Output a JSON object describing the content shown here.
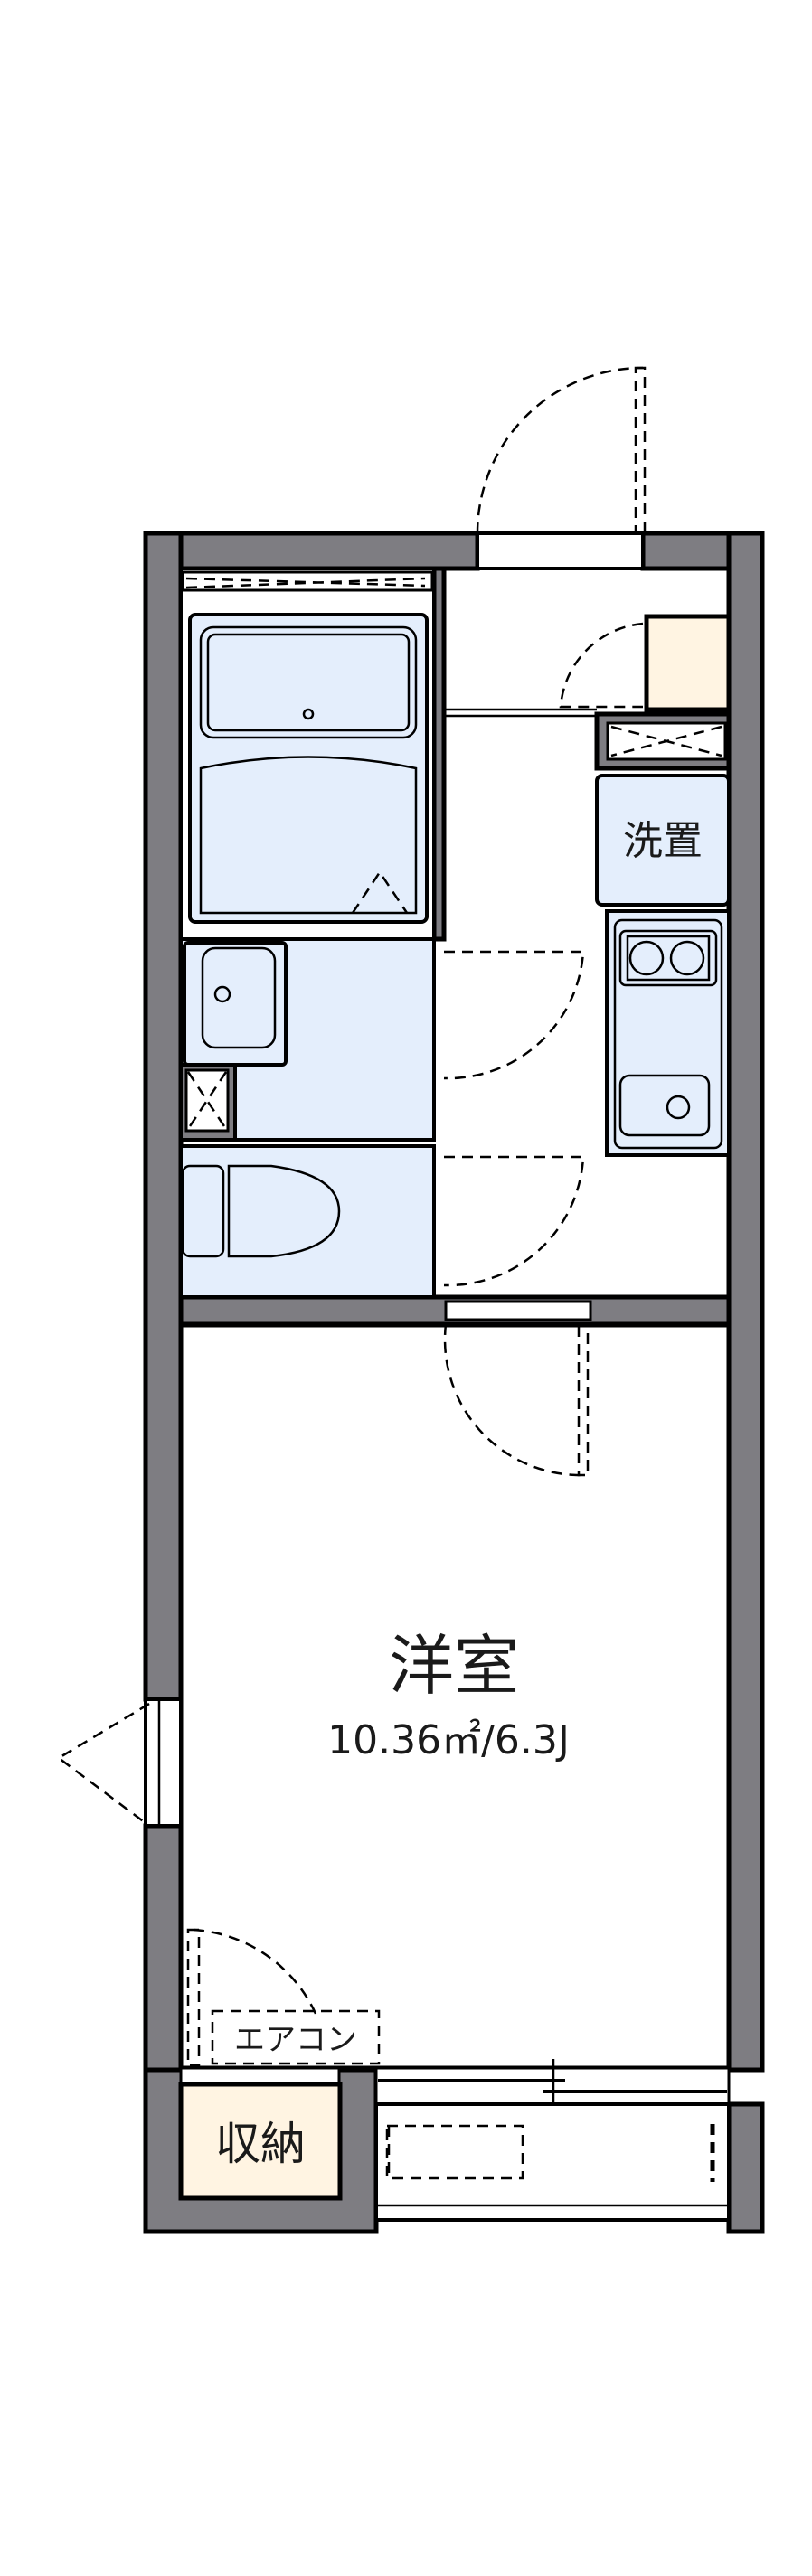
{
  "floorplan": {
    "colors": {
      "wall": "#7e7d82",
      "wet_area": "#e4eefc",
      "storage": "#fff4e2",
      "background": "#ffffff",
      "line": "#000000"
    },
    "rooms": {
      "western_room": {
        "label": "洋室",
        "area": "10.36㎡/6.3J"
      },
      "washer_space": {
        "label": "洗置"
      },
      "storage": {
        "label": "収納"
      },
      "air_conditioner": {
        "label": "エアコン"
      }
    },
    "fixtures": [
      "bathtub",
      "wash-basin",
      "toilet",
      "kitchen-stove-two-burner",
      "kitchen-sink",
      "shoe-cabinet"
    ]
  }
}
